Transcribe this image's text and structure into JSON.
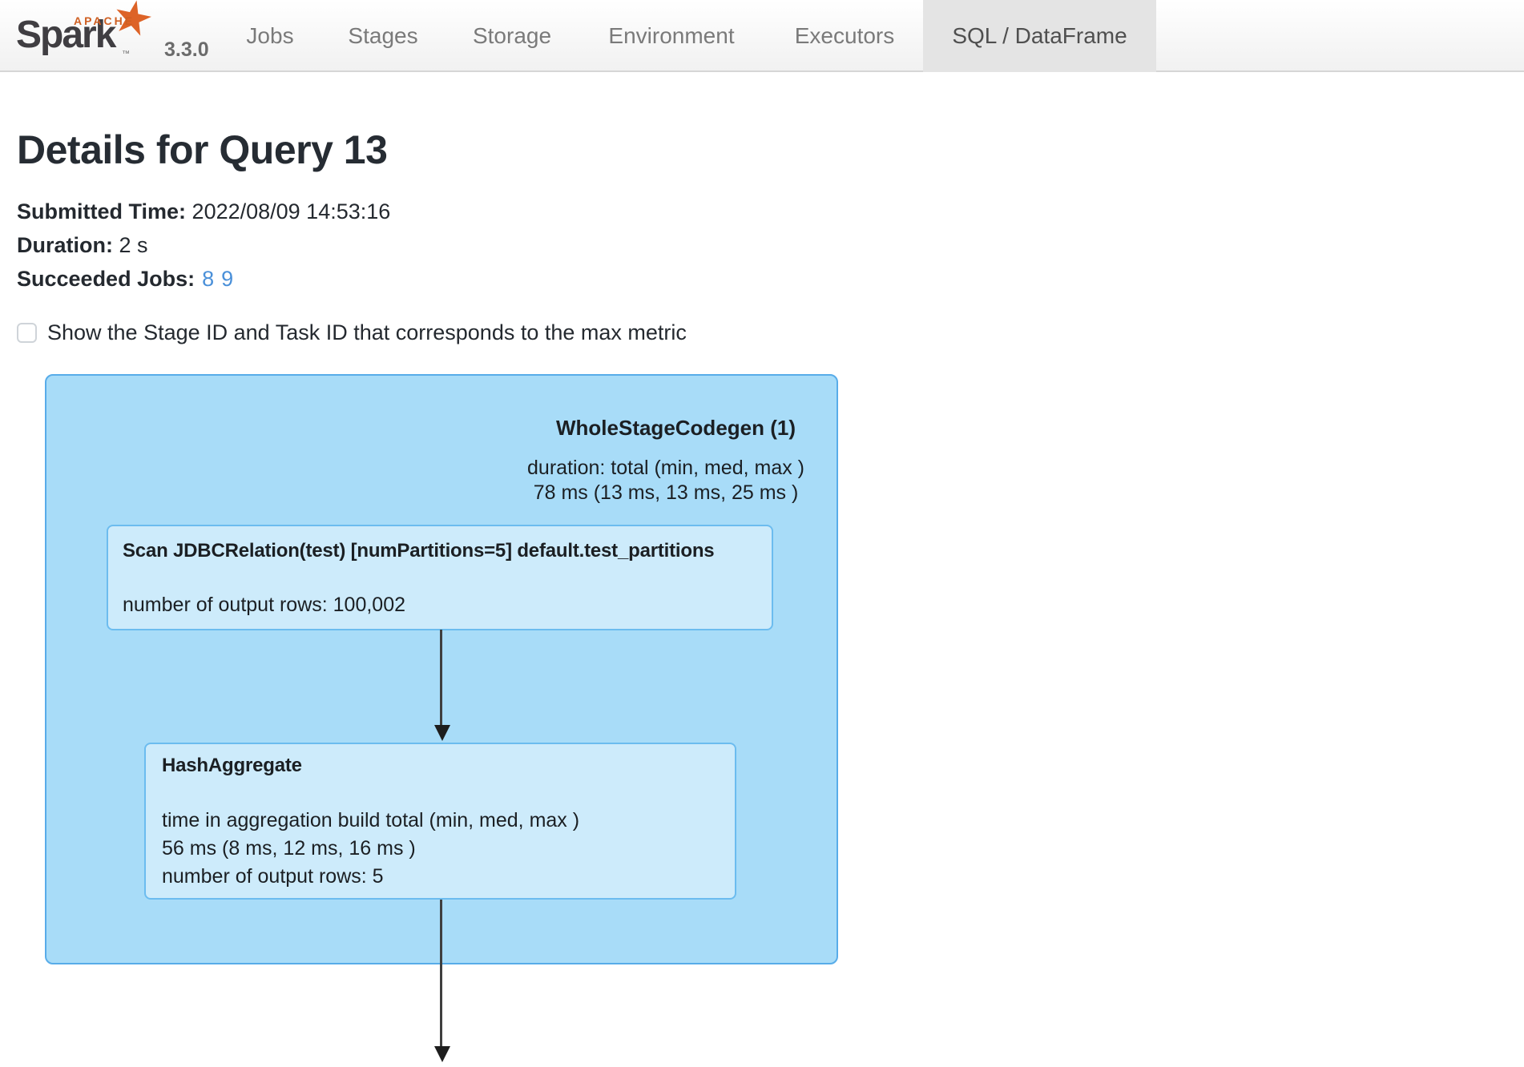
{
  "navbar": {
    "logo": {
      "apache": "APACHE",
      "name": "Spark",
      "tm": "™",
      "star_icon": "★",
      "version": "3.3.0"
    },
    "tabs": [
      {
        "label": "Jobs",
        "active": false
      },
      {
        "label": "Stages",
        "active": false
      },
      {
        "label": "Storage",
        "active": false
      },
      {
        "label": "Environment",
        "active": false
      },
      {
        "label": "Executors",
        "active": false
      },
      {
        "label": "SQL / DataFrame",
        "active": true
      }
    ]
  },
  "page": {
    "title": "Details for Query 13"
  },
  "meta": {
    "submitted_label": "Submitted Time:",
    "submitted_value": "2022/08/09 14:53:16",
    "duration_label": "Duration:",
    "duration_value": "2 s",
    "succeeded_jobs_label": "Succeeded Jobs:",
    "job_links": [
      "8",
      "9"
    ]
  },
  "options": {
    "max_metric_label": "Show the Stage ID and Task ID that corresponds to the max metric",
    "checked": false
  },
  "plan": {
    "cluster": {
      "title": "WholeStageCodegen (1)",
      "metric_lines": [
        "duration: total (min, med, max )",
        "78 ms (13 ms, 13 ms, 25 ms )"
      ]
    },
    "nodes": [
      {
        "title": "Scan JDBCRelation(test) [numPartitions=5] default.test_partitions",
        "metrics": [
          "number of output rows: 100,002"
        ]
      },
      {
        "title": "HashAggregate",
        "metrics": [
          "time in aggregation build total (min, med, max )",
          "56 ms (8 ms, 12 ms, 16 ms )",
          "number of output rows: 5"
        ]
      }
    ]
  },
  "colors": {
    "link_blue": "#4a90d9",
    "cluster_fill": "#a8dcf8",
    "cluster_border": "#58ace9",
    "node_fill": "#cdebfb",
    "node_border": "#6cbcef",
    "navbar_active_tab": "#e4e4e4",
    "spark_orange": "#dd6327",
    "arrow": "#1e1e1e"
  }
}
